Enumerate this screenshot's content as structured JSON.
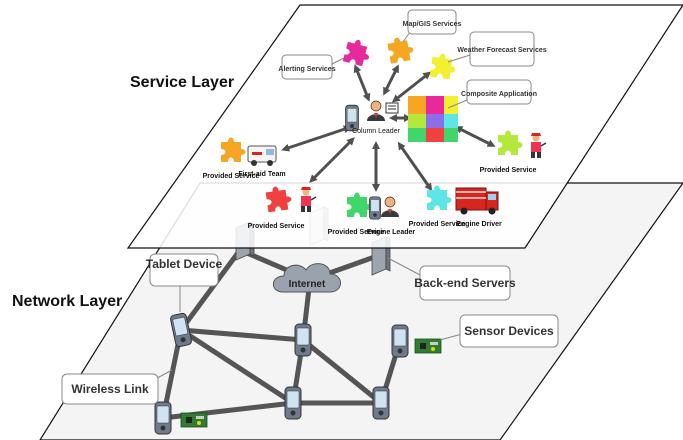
{
  "layers": {
    "service": "Service Layer",
    "network": "Network Layer"
  },
  "service_layer": {
    "alerting": "Alerting Services",
    "mapgis": "Map/GIS Services",
    "weather": "Weather Forecast Services",
    "composite": "Composite Application",
    "column_leader": "Column Leader",
    "first_aid": "First-aid Team",
    "engine_leader": "Engine Leader",
    "engine_driver": "Engine Driver",
    "provided_service": "Provided Service"
  },
  "network_layer": {
    "tablet": "Tablet Device",
    "internet": "Internet",
    "backend": "Back-end Servers",
    "sensor": "Sensor Devices",
    "wireless": "Wireless Link"
  },
  "colors": {
    "magenta": "#e8299b",
    "orange": "#f6a623",
    "yellow": "#f3f032",
    "red": "#f04040",
    "green": "#41d66b",
    "cyan": "#5ee6e6",
    "lime": "#b4e83c",
    "purple": "#8c6ee8",
    "arrow": "#505050"
  }
}
